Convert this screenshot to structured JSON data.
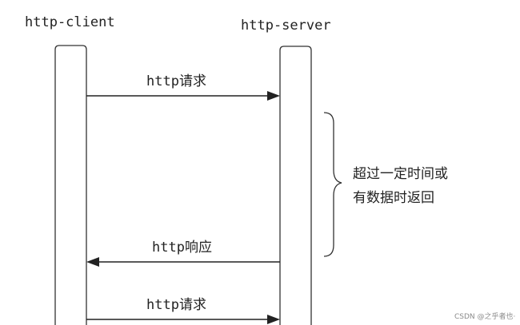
{
  "participants": {
    "client": "http-client",
    "server": "http-server"
  },
  "messages": {
    "request_1": "http请求",
    "response": "http响应",
    "request_2": "http请求"
  },
  "note": {
    "line_1": "超过一定时间或",
    "line_2": "有数据时返回"
  },
  "watermark": "CSDN @之乎者也·",
  "colors": {
    "ink": "#222222",
    "background": "#ffffff",
    "watermark": "#8a8a8a"
  }
}
